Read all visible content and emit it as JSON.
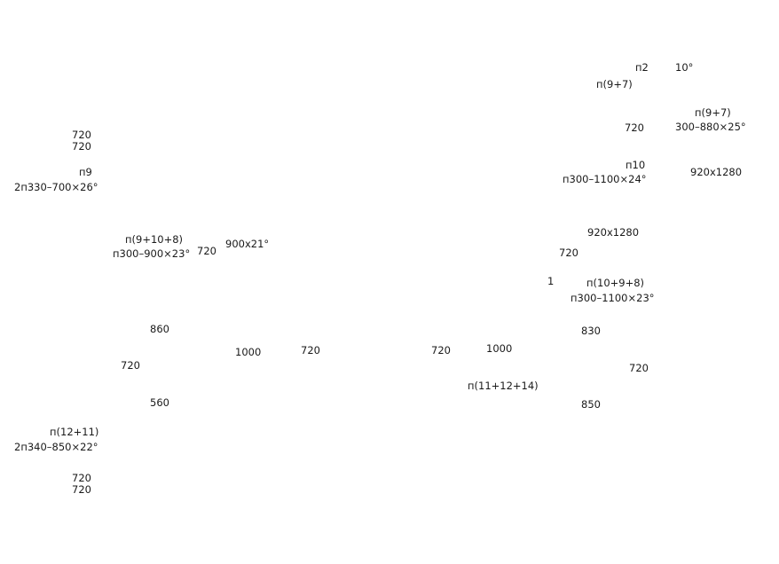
{
  "labels": {
    "top_right_group": {
      "p2": "п2",
      "deg10": "10°",
      "p9_7_a": "п(9+7)",
      "p9_7_b": "п(9+7)",
      "len720_a": "720",
      "spec300_880_25": "300–880×25°",
      "p10": "п10",
      "spec300_1100_24": "п300–1100×24°",
      "size920_1280_a": "920x1280"
    },
    "left_group": {
      "len720_1": "720",
      "len720_2": "720",
      "p9": "п9",
      "spec2p330_700_26": "2п330–700×26°",
      "p9_10_8": "п(9+10+8)",
      "spec300_900_23": "п300–900×23°",
      "len720_3": "720",
      "spec900_21": "900x21°",
      "len860": "860",
      "len720_4": "720",
      "len1000_a": "1000",
      "len720_5": "720",
      "len560": "560",
      "p12_11": "п(12+11)",
      "spec2p340_850_22": "2п340–850×22°",
      "len720_6": "720",
      "len720_7": "720"
    },
    "right_group": {
      "size920_1280_b": "920x1280",
      "len720_b": "720",
      "num1": "1",
      "p10_9_8": "п(10+9+8)",
      "spec300_1100_23": "п300–1100×23°",
      "len830": "830",
      "len720_c": "720",
      "len1000_b": "1000",
      "len720_d": "720",
      "p11_12_14": "п(11+12+14)",
      "len850": "850"
    }
  }
}
